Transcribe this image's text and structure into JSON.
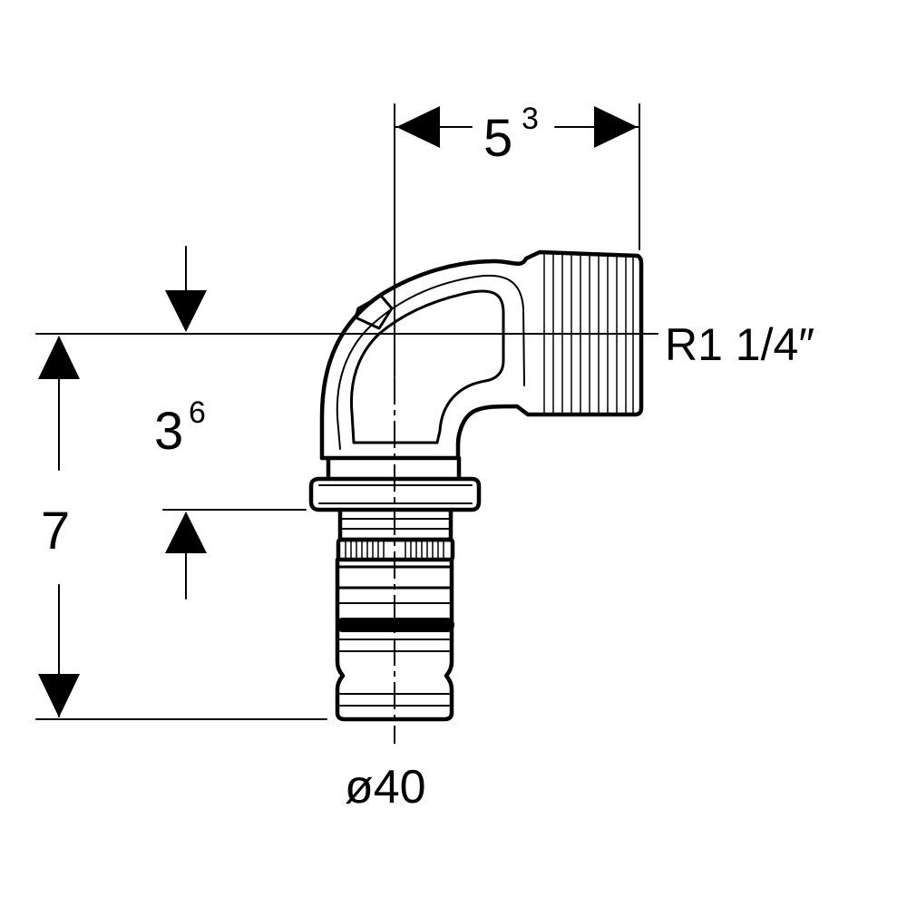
{
  "dimensions": {
    "width_label_base": "5",
    "width_label_exp": "3",
    "offset_label_base": "3",
    "offset_label_exp": "6",
    "height_label": "7",
    "thread_label": "R1 1/4″",
    "diameter_label": "ø40"
  }
}
